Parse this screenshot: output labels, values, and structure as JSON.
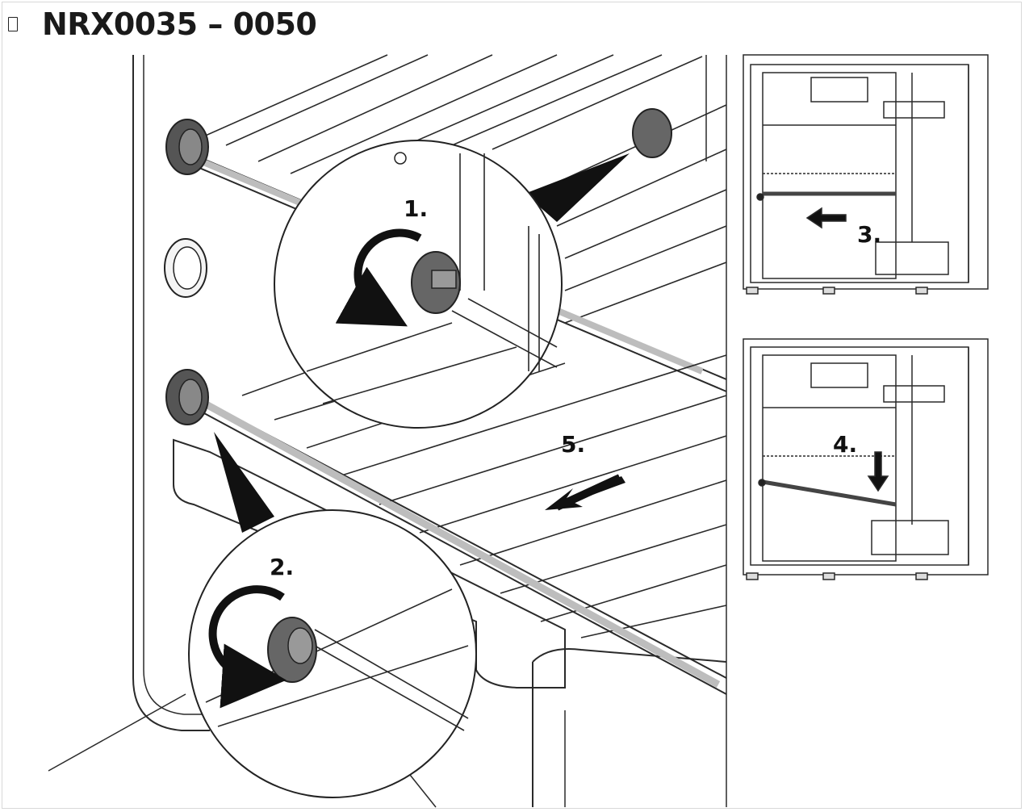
{
  "header": {
    "title": "NRX0035 – 0050",
    "icon": "image-placeholder-icon"
  },
  "steps": {
    "step1": "1.",
    "step2": "2.",
    "step3": "3.",
    "step4": "4.",
    "step5": "5."
  },
  "colors": {
    "line": "#2a2a2a",
    "fill": "#f4f4f4",
    "shadow": "#bdbdbd"
  }
}
